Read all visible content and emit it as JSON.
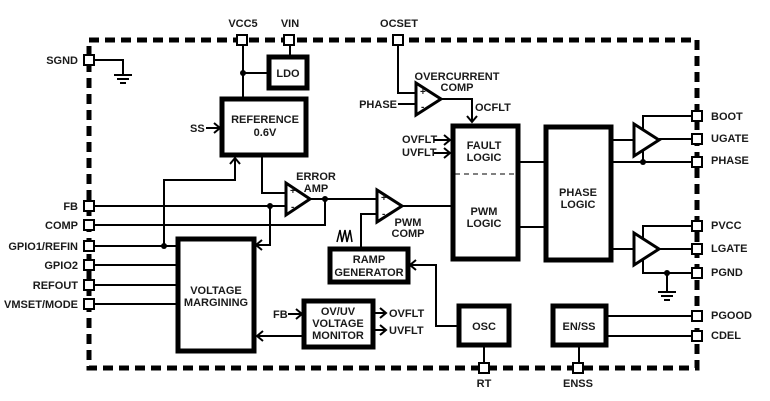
{
  "diagram": {
    "type": "IC functional block diagram",
    "pins": {
      "top": [
        "VCC5",
        "VIN",
        "OCSET"
      ],
      "left": [
        "SGND",
        "FB",
        "COMP",
        "GPIO1/REFIN",
        "GPIO2",
        "REFOUT",
        "VMSET/MODE"
      ],
      "right": [
        "BOOT",
        "UGATE",
        "PHASE",
        "PVCC",
        "LGATE",
        "PGND",
        "PGOOD",
        "CDEL"
      ],
      "bottom": [
        "RT",
        "ENSS"
      ]
    },
    "blocks": {
      "ldo": "LDO",
      "reference_line1": "REFERENCE",
      "reference_line2": "0.6V",
      "fault_logic_line1": "FAULT",
      "fault_logic_line2": "LOGIC",
      "pwm_logic_line1": "PWM",
      "pwm_logic_line2": "LOGIC",
      "phase_logic_line1": "PHASE",
      "phase_logic_line2": "LOGIC",
      "ramp_line1": "RAMP",
      "ramp_line2": "GENERATOR",
      "margining_line1": "VOLTAGE",
      "margining_line2": "MARGINING",
      "monitor_line1": "OV/UV",
      "monitor_line2": "VOLTAGE",
      "monitor_line3": "MONITOR",
      "osc": "OSC",
      "enss": "EN/SS"
    },
    "amplifiers": {
      "overcurrent_line1": "OVERCURRENT",
      "overcurrent_line2": "COMP",
      "error_line1": "ERROR",
      "error_line2": "AMP",
      "pwm_line1": "PWM",
      "pwm_line2": "COMP",
      "plus": "+",
      "minus": "-"
    },
    "signals": {
      "ss": "SS",
      "phase_in": "PHASE",
      "ocflt": "OCFLT",
      "ovflt_in": "OVFLT",
      "uvflt_in": "UVFLT",
      "ovflt_out": "OVFLT",
      "uvflt_out": "UVFLT",
      "fb_in": "FB"
    }
  }
}
